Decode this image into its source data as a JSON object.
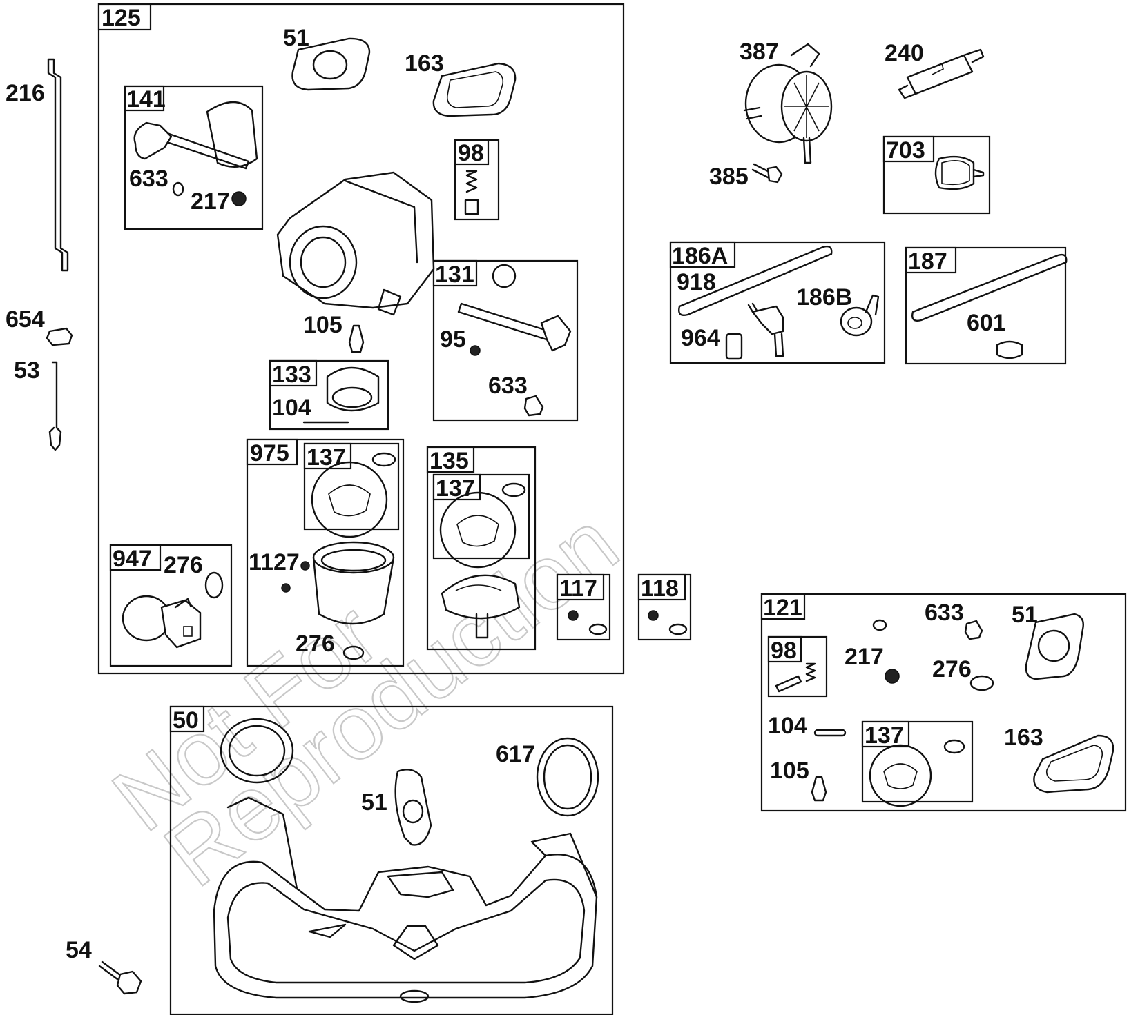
{
  "watermark": {
    "line1": "Not For",
    "line2": "Reproduction"
  },
  "groups": [
    {
      "id": "125",
      "label": "125"
    },
    {
      "id": "141",
      "label": "141"
    },
    {
      "id": "98a",
      "label": "98"
    },
    {
      "id": "131",
      "label": "131"
    },
    {
      "id": "133",
      "label": "133"
    },
    {
      "id": "975",
      "label": "975"
    },
    {
      "id": "137a",
      "label": "137"
    },
    {
      "id": "135",
      "label": "135"
    },
    {
      "id": "137b",
      "label": "137"
    },
    {
      "id": "947",
      "label": "947"
    },
    {
      "id": "117",
      "label": "117"
    },
    {
      "id": "118",
      "label": "118"
    },
    {
      "id": "703",
      "label": "703"
    },
    {
      "id": "186A",
      "label": "186A"
    },
    {
      "id": "187",
      "label": "187"
    },
    {
      "id": "121",
      "label": "121"
    },
    {
      "id": "98b",
      "label": "98"
    },
    {
      "id": "137c",
      "label": "137"
    },
    {
      "id": "50",
      "label": "50"
    }
  ],
  "callouts": [
    {
      "id": "216",
      "label": "216"
    },
    {
      "id": "654",
      "label": "654"
    },
    {
      "id": "53",
      "label": "53"
    },
    {
      "id": "54",
      "label": "54"
    },
    {
      "id": "51a",
      "label": "51"
    },
    {
      "id": "163a",
      "label": "163"
    },
    {
      "id": "633a",
      "label": "633"
    },
    {
      "id": "217a",
      "label": "217"
    },
    {
      "id": "105a",
      "label": "105"
    },
    {
      "id": "95",
      "label": "95"
    },
    {
      "id": "633b",
      "label": "633"
    },
    {
      "id": "104a",
      "label": "104"
    },
    {
      "id": "276a",
      "label": "276"
    },
    {
      "id": "1127",
      "label": "1127"
    },
    {
      "id": "276b",
      "label": "276"
    },
    {
      "id": "387",
      "label": "387"
    },
    {
      "id": "240",
      "label": "240"
    },
    {
      "id": "385",
      "label": "385"
    },
    {
      "id": "918",
      "label": "918"
    },
    {
      "id": "186B",
      "label": "186B"
    },
    {
      "id": "964",
      "label": "964"
    },
    {
      "id": "601",
      "label": "601"
    },
    {
      "id": "633c",
      "label": "633"
    },
    {
      "id": "51b",
      "label": "51"
    },
    {
      "id": "217b",
      "label": "217"
    },
    {
      "id": "276c",
      "label": "276"
    },
    {
      "id": "104b",
      "label": "104"
    },
    {
      "id": "105b",
      "label": "105"
    },
    {
      "id": "163b",
      "label": "163"
    },
    {
      "id": "617",
      "label": "617"
    },
    {
      "id": "51c",
      "label": "51"
    }
  ]
}
